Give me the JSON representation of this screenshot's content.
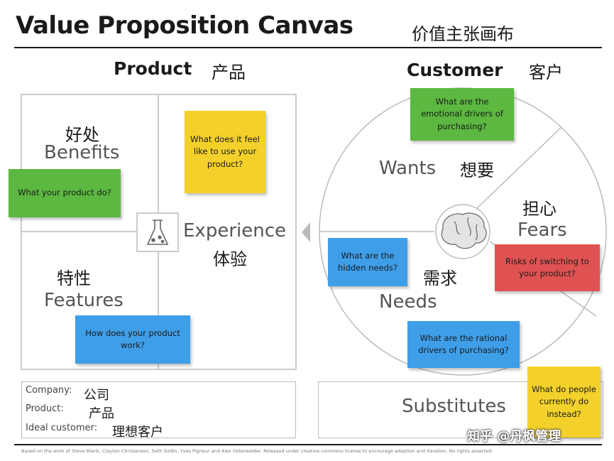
{
  "header": {
    "title": "Value Proposition Canvas",
    "title_cn": "价值主张画布"
  },
  "product": {
    "heading": "Product",
    "heading_cn": "产品",
    "benefits": {
      "label": "Benefits",
      "label_cn": "好处",
      "note": "What your product do?"
    },
    "features": {
      "label": "Features",
      "label_cn": "特性",
      "note": "How does your product work?"
    },
    "experience": {
      "label": "Experience",
      "label_cn": "体验",
      "note": "What does it feel like to use your product?"
    },
    "center_icon": "flask-icon"
  },
  "customer": {
    "heading": "Customer",
    "heading_cn": "客户",
    "wants": {
      "label": "Wants",
      "label_cn": "想要",
      "note": "What are the emotional drivers of purchasing?"
    },
    "fears": {
      "label": "Fears",
      "label_cn": "担心",
      "note": "Risks of switching to your product?"
    },
    "needs": {
      "label": "Needs",
      "label_cn": "需求",
      "note_hidden": "What are the hidden needs?",
      "note_rational": "What are the rational drivers of purchasing?"
    },
    "center_icon": "brain-icon"
  },
  "bottom": {
    "company_label": "Company:",
    "company_cn": "公司",
    "product_label": "Product:",
    "product_cn": "产品",
    "ideal_label": "Ideal customer:",
    "ideal_cn": "理想客户",
    "substitutes": "Substitutes",
    "substitutes_note": "What do people currently do instead?"
  },
  "footer": "Based on the work of Steve Blank, Clayton Christensen, Seth Godin, Yves Pigneur and Alex Osterwalder. Released under creative commons license to encourage adaption and iteration. No rights asserted.",
  "watermark": "知乎 @丹枫管理",
  "colors": {
    "green": "#5cb840",
    "yellow": "#f3d12a",
    "blue": "#3f9ee8",
    "red": "#e05252"
  }
}
